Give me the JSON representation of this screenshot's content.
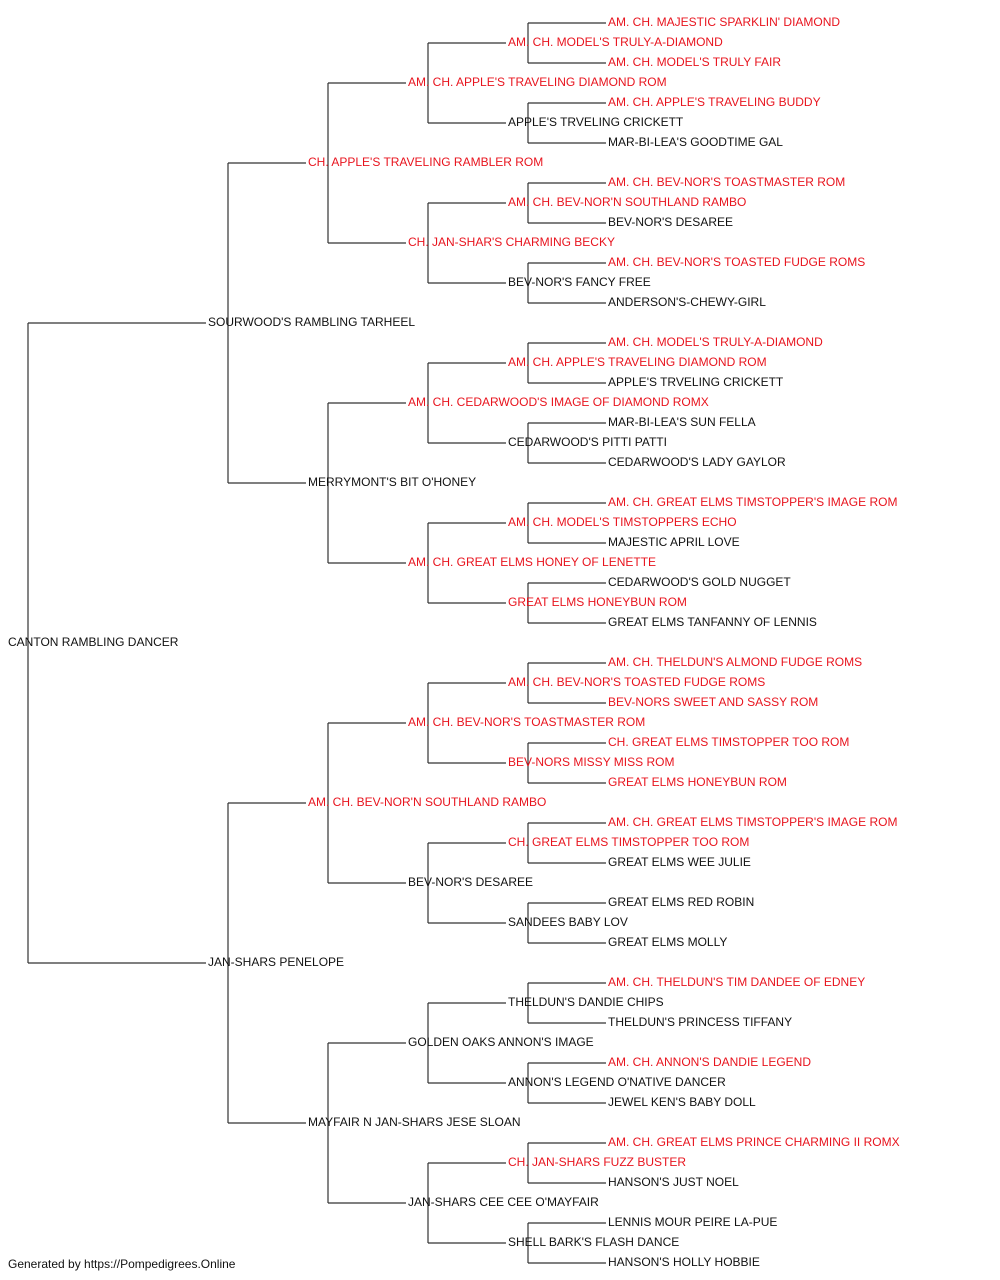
{
  "colors": {
    "champion": "#e8141e",
    "normal": "#111111",
    "line": "#333333"
  },
  "pedigree": {
    "name": "CANTON RAMBLING DANCER",
    "champion": false,
    "sire": {
      "name": "SOURWOOD'S RAMBLING TARHEEL",
      "champion": false,
      "sire": {
        "name": "CH. APPLE'S TRAVELING RAMBLER ROM",
        "champion": true,
        "sire": {
          "name": "AM. CH. APPLE'S TRAVELING DIAMOND ROM",
          "champion": true,
          "sire": {
            "name": "AM. CH. MODEL'S TRULY-A-DIAMOND",
            "champion": true,
            "sire": {
              "name": "AM. CH. MAJESTIC SPARKLIN' DIAMOND",
              "champion": true
            },
            "dam": {
              "name": "AM. CH. MODEL'S TRULY FAIR",
              "champion": true
            }
          },
          "dam": {
            "name": "APPLE'S TRVELING CRICKETT",
            "champion": false,
            "sire": {
              "name": "AM. CH. APPLE'S TRAVELING BUDDY",
              "champion": true
            },
            "dam": {
              "name": "MAR-BI-LEA'S GOODTIME GAL",
              "champion": false
            }
          }
        },
        "dam": {
          "name": "CH. JAN-SHAR'S CHARMING BECKY",
          "champion": true,
          "sire": {
            "name": "AM. CH. BEV-NOR'N SOUTHLAND RAMBO",
            "champion": true,
            "sire": {
              "name": "AM. CH. BEV-NOR'S TOASTMASTER ROM",
              "champion": true
            },
            "dam": {
              "name": "BEV-NOR'S DESAREE",
              "champion": false
            }
          },
          "dam": {
            "name": "BEV-NOR'S FANCY FREE",
            "champion": false,
            "sire": {
              "name": "AM. CH. BEV-NOR'S TOASTED FUDGE ROMS",
              "champion": true
            },
            "dam": {
              "name": "ANDERSON'S-CHEWY-GIRL",
              "champion": false
            }
          }
        }
      },
      "dam": {
        "name": "MERRYMONT'S BIT O'HONEY",
        "champion": false,
        "sire": {
          "name": "AM. CH. CEDARWOOD'S IMAGE OF DIAMOND ROMX",
          "champion": true,
          "sire": {
            "name": "AM. CH. APPLE'S TRAVELING DIAMOND ROM",
            "champion": true,
            "sire": {
              "name": "AM. CH. MODEL'S TRULY-A-DIAMOND",
              "champion": true
            },
            "dam": {
              "name": "APPLE'S TRVELING CRICKETT",
              "champion": false
            }
          },
          "dam": {
            "name": "CEDARWOOD'S PITTI PATTI",
            "champion": false,
            "sire": {
              "name": "MAR-BI-LEA'S SUN FELLA",
              "champion": false
            },
            "dam": {
              "name": "CEDARWOOD'S LADY GAYLOR",
              "champion": false
            }
          }
        },
        "dam": {
          "name": "AM. CH. GREAT ELMS HONEY OF LENETTE",
          "champion": true,
          "sire": {
            "name": "AM. CH. MODEL'S TIMSTOPPERS ECHO",
            "champion": true,
            "sire": {
              "name": "AM. CH. GREAT ELMS TIMSTOPPER'S IMAGE ROM",
              "champion": true
            },
            "dam": {
              "name": "MAJESTIC APRIL LOVE",
              "champion": false
            }
          },
          "dam": {
            "name": "GREAT ELMS HONEYBUN ROM",
            "champion": true,
            "sire": {
              "name": "CEDARWOOD'S GOLD NUGGET",
              "champion": false
            },
            "dam": {
              "name": "GREAT ELMS TANFANNY OF LENNIS",
              "champion": false
            }
          }
        }
      }
    },
    "dam": {
      "name": "JAN-SHARS PENELOPE",
      "champion": false,
      "sire": {
        "name": "AM. CH. BEV-NOR'N SOUTHLAND RAMBO",
        "champion": true,
        "sire": {
          "name": "AM. CH. BEV-NOR'S TOASTMASTER ROM",
          "champion": true,
          "sire": {
            "name": "AM. CH. BEV-NOR'S TOASTED FUDGE ROMS",
            "champion": true,
            "sire": {
              "name": "AM. CH. THELDUN'S ALMOND FUDGE ROMS",
              "champion": true
            },
            "dam": {
              "name": "BEV-NORS SWEET AND SASSY ROM",
              "champion": true
            }
          },
          "dam": {
            "name": "BEV-NORS MISSY MISS ROM",
            "champion": true,
            "sire": {
              "name": "CH. GREAT ELMS TIMSTOPPER TOO ROM",
              "champion": true
            },
            "dam": {
              "name": "GREAT ELMS HONEYBUN ROM",
              "champion": true
            }
          }
        },
        "dam": {
          "name": "BEV-NOR'S DESAREE",
          "champion": false,
          "sire": {
            "name": "CH. GREAT ELMS TIMSTOPPER TOO ROM",
            "champion": true,
            "sire": {
              "name": "AM. CH. GREAT ELMS TIMSTOPPER'S IMAGE ROM",
              "champion": true
            },
            "dam": {
              "name": "GREAT ELMS WEE JULIE",
              "champion": false
            }
          },
          "dam": {
            "name": "SANDEES BABY LOV",
            "champion": false,
            "sire": {
              "name": "GREAT ELMS RED ROBIN",
              "champion": false
            },
            "dam": {
              "name": "GREAT ELMS MOLLY",
              "champion": false
            }
          }
        }
      },
      "dam": {
        "name": "MAYFAIR N JAN-SHARS JESE SLOAN",
        "champion": false,
        "sire": {
          "name": "GOLDEN OAKS ANNON'S IMAGE",
          "champion": false,
          "sire": {
            "name": "THELDUN'S DANDIE CHIPS",
            "champion": false,
            "sire": {
              "name": "AM. CH. THELDUN'S TIM DANDEE OF EDNEY",
              "champion": true
            },
            "dam": {
              "name": "THELDUN'S PRINCESS TIFFANY",
              "champion": false
            }
          },
          "dam": {
            "name": "ANNON'S LEGEND O'NATIVE DANCER",
            "champion": false,
            "sire": {
              "name": "AM. CH. ANNON'S DANDIE LEGEND",
              "champion": true
            },
            "dam": {
              "name": "JEWEL KEN'S BABY DOLL",
              "champion": false
            }
          }
        },
        "dam": {
          "name": "JAN-SHARS CEE CEE O'MAYFAIR",
          "champion": false,
          "sire": {
            "name": "CH. JAN-SHARS FUZZ BUSTER",
            "champion": true,
            "sire": {
              "name": "AM. CH. GREAT ELMS PRINCE CHARMING II ROMX",
              "champion": true
            },
            "dam": {
              "name": "HANSON'S JUST NOEL",
              "champion": false
            }
          },
          "dam": {
            "name": "SHELL BARK'S FLASH DANCE",
            "champion": false,
            "sire": {
              "name": "LENNIS MOUR PEIRE LA-PUE",
              "champion": false
            },
            "dam": {
              "name": "HANSON'S HOLLY HOBBIE",
              "champion": false
            }
          }
        }
      }
    }
  },
  "footer": "Generated by https://Pompedigrees.Online"
}
